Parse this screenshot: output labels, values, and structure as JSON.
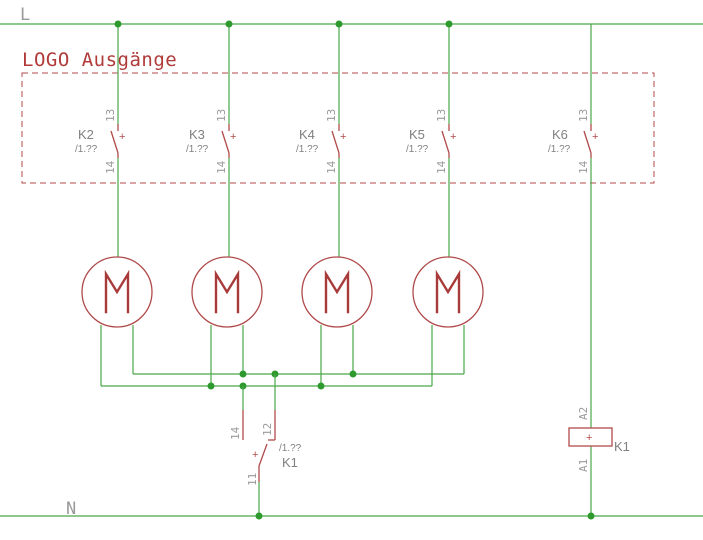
{
  "rails": {
    "top_label": "L",
    "bottom_label": "N"
  },
  "group_title": "LOGO Ausgänge",
  "contacts": [
    {
      "name": "K2",
      "ref": "/1.??",
      "pin_top": "13",
      "pin_bottom": "14"
    },
    {
      "name": "K3",
      "ref": "/1.??",
      "pin_top": "13",
      "pin_bottom": "14"
    },
    {
      "name": "K4",
      "ref": "/1.??",
      "pin_top": "13",
      "pin_bottom": "14"
    },
    {
      "name": "K5",
      "ref": "/1.??",
      "pin_top": "13",
      "pin_bottom": "14"
    },
    {
      "name": "K6",
      "ref": "/1.??",
      "pin_top": "13",
      "pin_bottom": "14"
    }
  ],
  "motors": [
    {
      "symbol": "M"
    },
    {
      "symbol": "M"
    },
    {
      "symbol": "M"
    },
    {
      "symbol": "M"
    }
  ],
  "changeover_contact": {
    "name": "K1",
    "ref": "/1.??",
    "pin_common": "11",
    "pin_nc": "12",
    "pin_no": "14"
  },
  "relay_coil": {
    "name": "K1",
    "pin_top": "A2",
    "pin_bottom": "A1",
    "mark": "+"
  },
  "colors": {
    "wire": "#4aa84a",
    "symbol": "#b04a4a",
    "text": "#808080"
  }
}
